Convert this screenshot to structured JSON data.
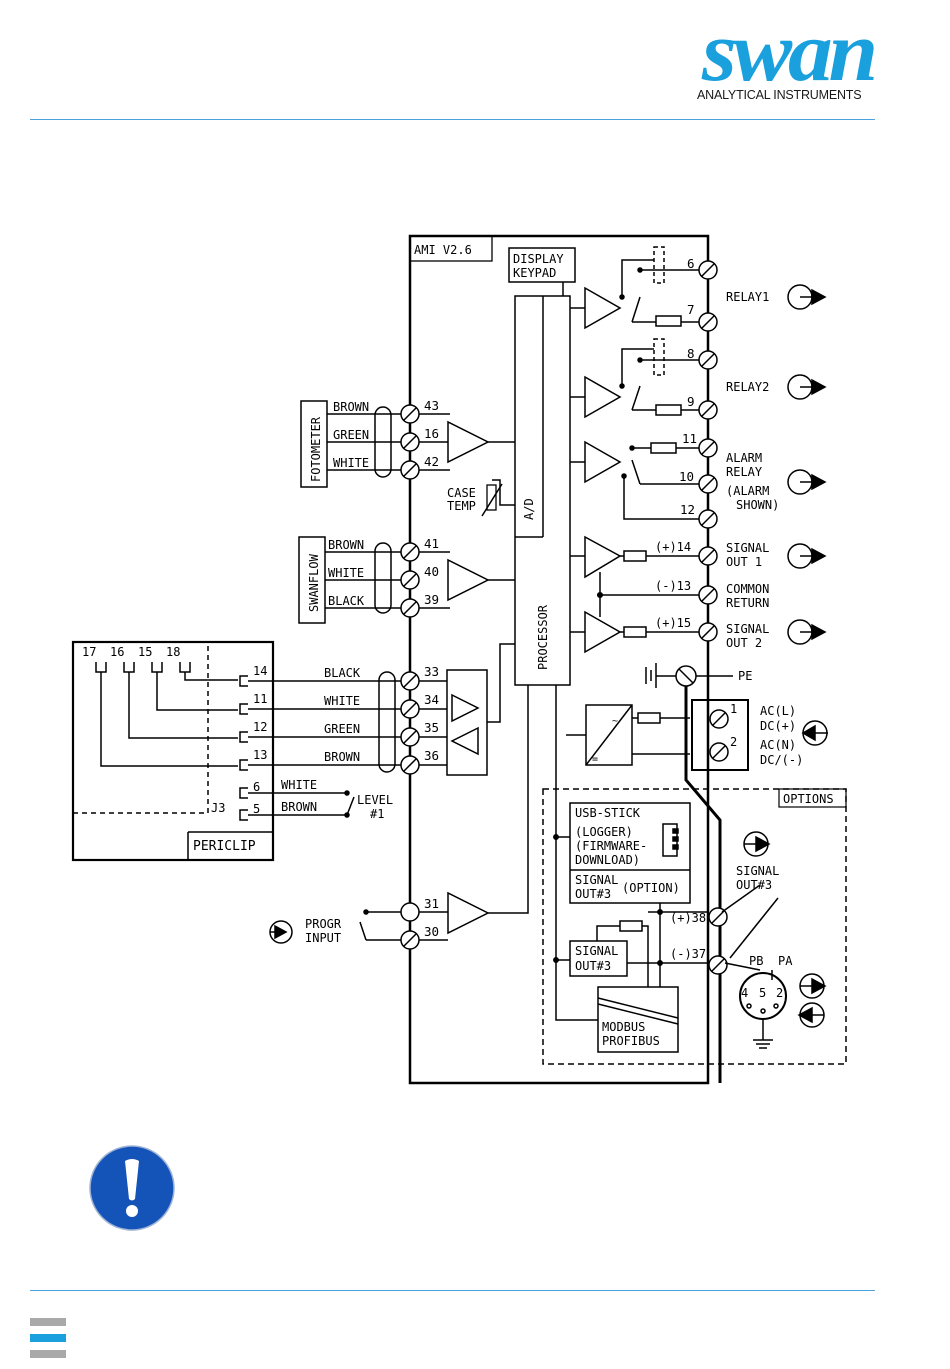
{
  "header": {
    "brand": "swan",
    "brand_sub": "ANALYTICAL INSTRUMENTS",
    "brand_color": "#1aa0dc"
  },
  "diagram": {
    "main_board": "AMI V2.6",
    "display": [
      "DISPLAY",
      "KEYPAD"
    ],
    "processor": "PROCESSOR",
    "ad": "A/D",
    "case_temp": [
      "CASE",
      "TEMP"
    ],
    "fotometer": {
      "label": "FOTOMETER",
      "wires": [
        "BROWN",
        "GREEN",
        "WHITE"
      ],
      "terminals": [
        "43",
        "16",
        "42"
      ]
    },
    "swanflow": {
      "label": "SWANFLOW",
      "wires": [
        "BROWN",
        "WHITE",
        "BLACK"
      ],
      "terminals": [
        "41",
        "40",
        "39"
      ]
    },
    "periclip": {
      "label": "PERICLIP",
      "top_pins": [
        "17",
        "16",
        "15",
        "18"
      ],
      "pins": [
        "14",
        "11",
        "12",
        "13",
        "6",
        "5"
      ],
      "j3": "J3",
      "wires": [
        "BLACK",
        "WHITE",
        "GREEN",
        "BROWN"
      ],
      "terminals": [
        "33",
        "34",
        "35",
        "36"
      ],
      "level_wires": [
        "WHITE",
        "BROWN"
      ],
      "level": [
        "LEVEL",
        "#1"
      ]
    },
    "prog_input": {
      "label": [
        "PROGR",
        "INPUT"
      ],
      "terminals": [
        "31",
        "30"
      ]
    },
    "relay1": {
      "label": "RELAY1",
      "terminals": [
        "6",
        "7"
      ]
    },
    "relay2": {
      "label": "RELAY2",
      "terminals": [
        "8",
        "9"
      ]
    },
    "alarm_relay": {
      "label": [
        "ALARM",
        "RELAY",
        "(ALARM",
        "SHOWN)"
      ],
      "terminals": [
        "11",
        "10",
        "12"
      ]
    },
    "signal_out1": {
      "label": [
        "SIGNAL",
        "OUT 1"
      ],
      "terminal": "(+)14"
    },
    "common_return": {
      "label": [
        "COMMON",
        "RETURN"
      ],
      "terminal": "(-)13"
    },
    "signal_out2": {
      "label": [
        "SIGNAL",
        "OUT 2"
      ],
      "terminal": "(+)15"
    },
    "pe": "PE",
    "power": {
      "terminals": [
        "1",
        "2"
      ],
      "labels": [
        "AC(L)",
        "DC(+)",
        "AC(N)",
        "DC/(-)"
      ]
    },
    "options": {
      "label": "OPTIONS",
      "usb": [
        "USB-STICK",
        "(LOGGER)",
        "(FIRMWARE-",
        "DOWNLOAD)"
      ],
      "signal_out3_opt": [
        "SIGNAL",
        "OUT#3",
        "(OPTION)"
      ],
      "signal_out3": [
        "SIGNAL",
        "OUT#3"
      ],
      "modbus": [
        "MODBUS",
        "PROFIBUS"
      ],
      "out3_label": [
        "SIGNAL",
        "OUT#3"
      ],
      "terminals": [
        "(+)38",
        "(-)37"
      ],
      "pb": "PB",
      "pa": "PA",
      "connector_pins": [
        "4",
        "5",
        "2"
      ]
    }
  }
}
